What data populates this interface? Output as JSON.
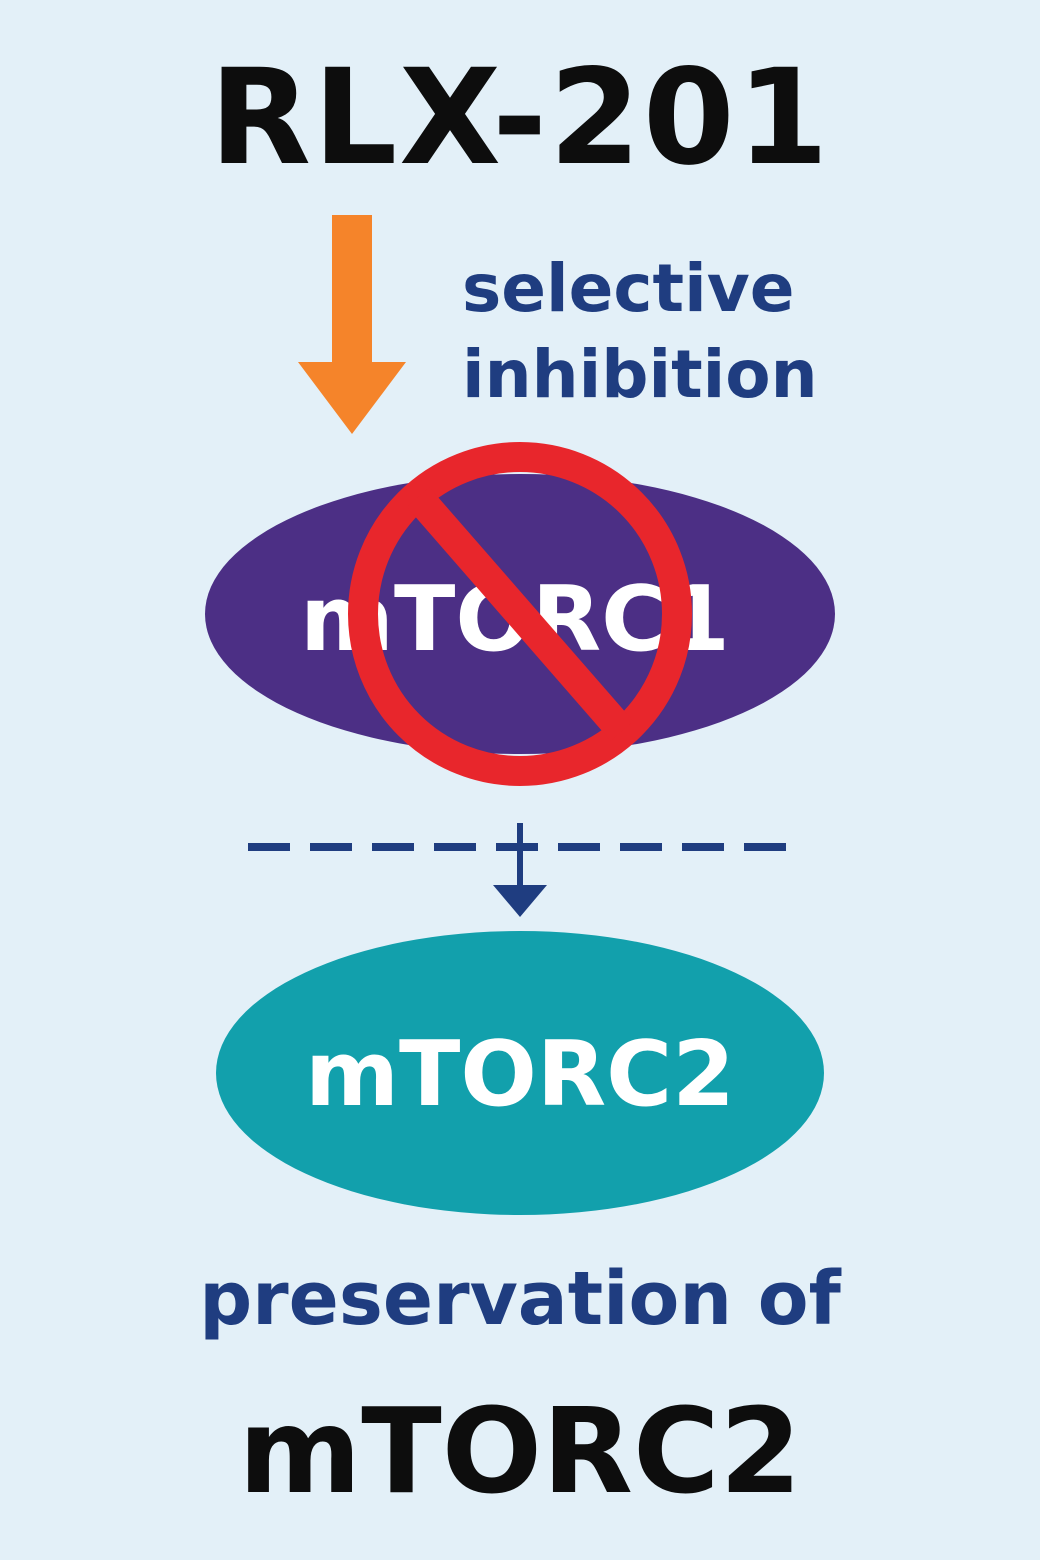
{
  "title": "RLX-201",
  "annotation": {
    "line1": "selective",
    "line2": "inhibition"
  },
  "nodes": {
    "top": {
      "label": "mTORC1",
      "state": "inhibited"
    },
    "bottom": {
      "label": "mTORC2",
      "state": "preserved"
    }
  },
  "caption": {
    "line1": "preservation of",
    "line2": "mTORC2"
  },
  "icons": {
    "drug_arrow": "down-arrow-icon",
    "inhibition_mark": "prohibition-icon",
    "signal_arrow": "down-arrow-icon"
  },
  "colors": {
    "background": "#e3f0f8",
    "title_text": "#0d0d0d",
    "annotation_text": "#1f3d80",
    "drug_arrow": "#f5842a",
    "mtorc1_fill": "#4c2f85",
    "prohibition_mark": "#e8262c",
    "mtorc2_fill": "#12a0ac",
    "node_text": "#ffffff",
    "dashed_line": "#1f3d80",
    "caption_line1_text": "#1f3d80",
    "caption_line2_text": "#0d0d0d"
  }
}
